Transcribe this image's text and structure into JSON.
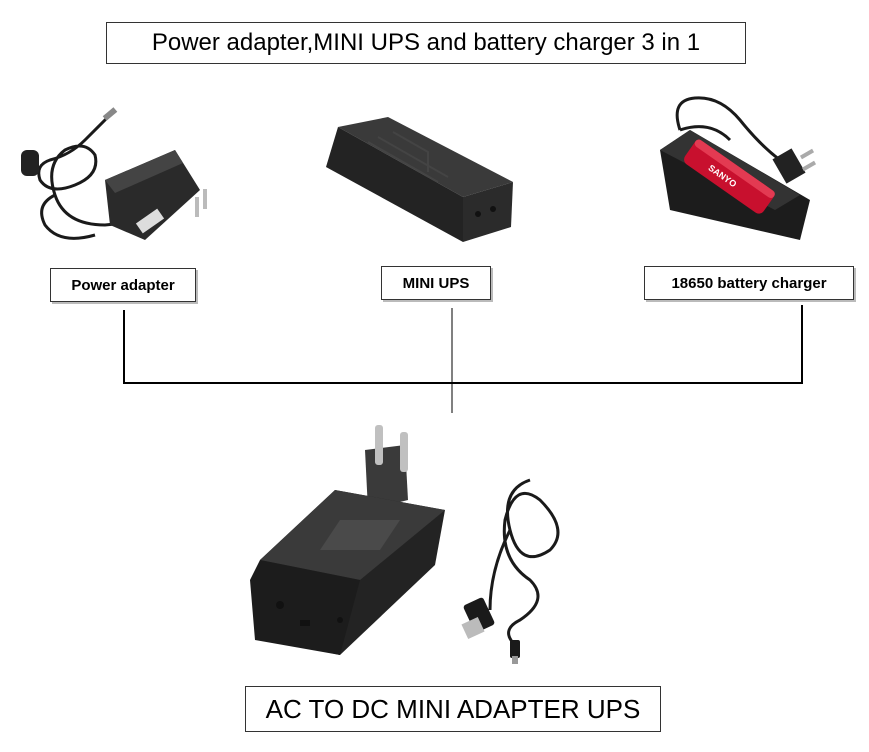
{
  "header": {
    "title": "Power adapter,MINI UPS and battery charger 3 in 1"
  },
  "products": [
    {
      "label": "Power adapter",
      "image": "power-adapter-image"
    },
    {
      "label": "MINI UPS",
      "image": "mini-ups-image"
    },
    {
      "label": "18650 battery charger",
      "image": "battery-charger-image",
      "battery_text": "SANYO"
    }
  ],
  "footer": {
    "caption": "AC TO DC MINI ADAPTER UPS"
  },
  "colors": {
    "device": "#2a2a2a",
    "battery": "#c8102e",
    "line": "#000000"
  }
}
